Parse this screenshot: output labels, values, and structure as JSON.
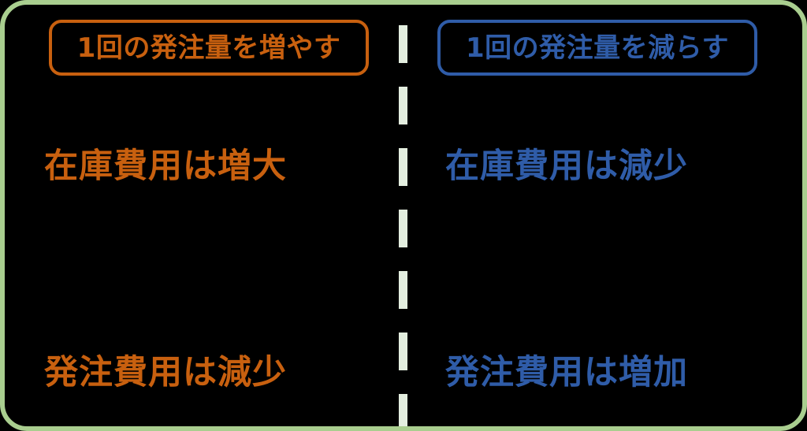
{
  "frame": {
    "border_color": "#a9ce8f",
    "background_color": "#000000"
  },
  "divider": {
    "style": "dashed-vertical",
    "color": "#e3eedf"
  },
  "columns": [
    {
      "side": "left",
      "accent_color": "#c8600f",
      "header": "1回の発注量を増やす",
      "statements": [
        {
          "key": "inventory",
          "text": "在庫費用は増大"
        },
        {
          "key": "ordering",
          "text": "発注費用は減少"
        }
      ]
    },
    {
      "side": "right",
      "accent_color": "#2f5ca8",
      "header": "1回の発注量を減らす",
      "statements": [
        {
          "key": "inventory",
          "text": "在庫費用は減少"
        },
        {
          "key": "ordering",
          "text": "発注費用は増加"
        }
      ]
    }
  ]
}
